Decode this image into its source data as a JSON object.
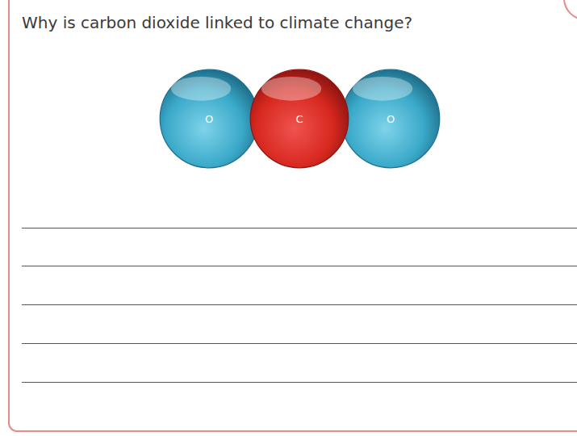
{
  "diagram": {
    "title": "Why is carbon dioxide linked to climate change?",
    "nodes": [
      {
        "text": [
          "O"
        ]
      },
      {
        "text": [
          "C"
        ]
      },
      {
        "text": [
          "O"
        ]
      }
    ]
  }
}
